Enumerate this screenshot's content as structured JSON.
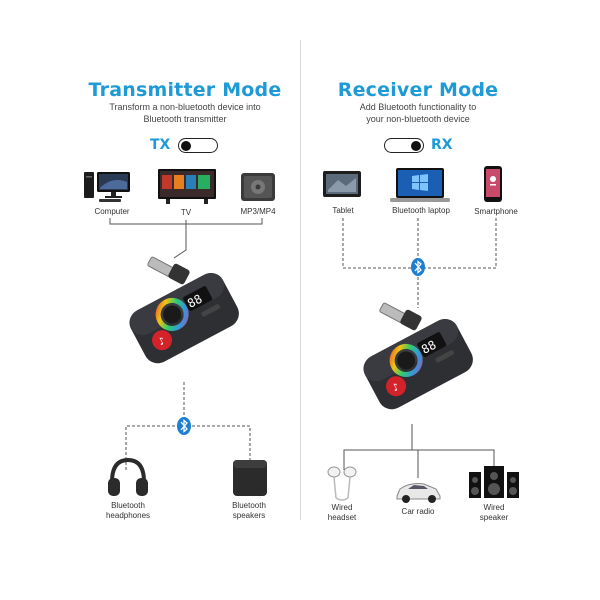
{
  "tx": {
    "title": "Transmitter Mode",
    "subtitle_line1": "Transform a non-bluetooth device into",
    "subtitle_line2": "Bluetooth transmitter",
    "toggle_label": "TX",
    "sources": [
      {
        "label": "Computer",
        "icon": "computer-icon"
      },
      {
        "label": "TV",
        "icon": "tv-icon"
      },
      {
        "label": "MP3/MP4",
        "icon": "mp3-player-icon"
      }
    ],
    "outputs": [
      {
        "label_line1": "Bluetooth",
        "label_line2": "headphones",
        "icon": "headphones-icon"
      },
      {
        "label_line1": "Bluetooth",
        "label_line2": "speakers",
        "icon": "speaker-icon"
      }
    ]
  },
  "rx": {
    "title": "Receiver Mode",
    "subtitle_line1": "Add Bluetooth functionality to",
    "subtitle_line2": "your non-bluetooth device",
    "toggle_label": "RX",
    "sources": [
      {
        "label": "Tablet",
        "icon": "tablet-icon"
      },
      {
        "label": "Bluetooth laptop",
        "icon": "laptop-icon"
      },
      {
        "label": "Smartphone",
        "icon": "smartphone-icon"
      }
    ],
    "outputs": [
      {
        "label_line1": "Wired",
        "label_line2": "headset",
        "icon": "earphones-icon"
      },
      {
        "label_line1": "Car radio",
        "label_line2": "",
        "icon": "car-icon"
      },
      {
        "label_line1": "Wired",
        "label_line2": "speaker",
        "icon": "wired-speaker-icon"
      }
    ]
  },
  "colors": {
    "accent": "#1e9ad6",
    "line": "#555555"
  }
}
